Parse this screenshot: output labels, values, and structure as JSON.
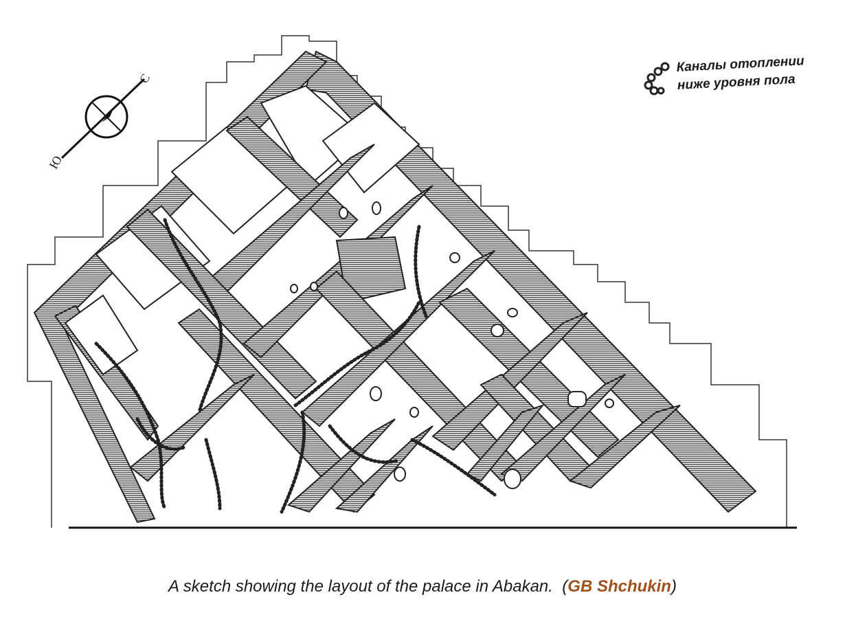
{
  "legend": {
    "line1": "Каналы отоплении",
    "line2": "ниже уровня пола"
  },
  "compass": {
    "top_label": "С",
    "bottom_label": "Ю"
  },
  "caption": {
    "text": "A sketch showing the layout of the palace in Abakan.",
    "open": "(",
    "credit": "GB Shchukin",
    "close": ")"
  },
  "colors": {
    "ink": "#222222",
    "hatch": "#555555",
    "credit": "#a0521d"
  }
}
